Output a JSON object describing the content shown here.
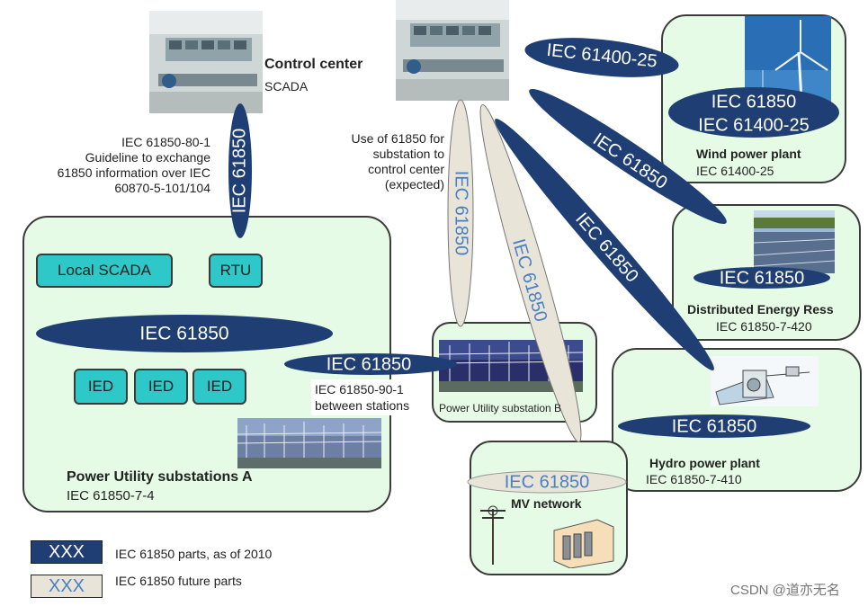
{
  "control_center": {
    "title": "Control center",
    "subtitle": "SCADA"
  },
  "link_80_1": {
    "lines": [
      "IEC 61850-80-1",
      "Guideline to exchange",
      "61850 information over IEC",
      "60870-5-101/104"
    ]
  },
  "future_note": {
    "lines": [
      "Use of 61850 for",
      "substation to",
      "control center",
      "(expected)"
    ]
  },
  "substation_a": {
    "local_scada": "Local SCADA",
    "rtu": "RTU",
    "ied_labels": [
      "IED",
      "IED",
      "IED"
    ],
    "title": "Power Utility substations A",
    "standard": "IEC 61850-7-4"
  },
  "between_stations": {
    "lines": [
      "IEC 61850-90-1",
      "between stations"
    ]
  },
  "substation_b": {
    "title": "Power Utility substation B"
  },
  "wind": {
    "title": "Wind power plant",
    "standard": "IEC 61400-25"
  },
  "der": {
    "title": "Distributed Energy Ress",
    "standard": "IEC 61850-7-420"
  },
  "hydro": {
    "title": "Hydro power plant",
    "standard": "IEC 61850-7-410"
  },
  "mv": {
    "title": "MV network"
  },
  "ovals": {
    "iec61850": "IEC 61850",
    "iec61400": "IEC 61400-25",
    "wind_line1": "IEC 61850",
    "wind_line2": "IEC 61400-25"
  },
  "legend": {
    "sample": "XXX",
    "current": "IEC 61850 parts, as of 2010",
    "future": "IEC 61850 future parts"
  },
  "watermark": "CSDN @道亦无名",
  "colors": {
    "standard_dark": "#1f3f74",
    "standard_future": "#e8e4d8",
    "panel": "#e6fbe6",
    "device": "#2ec8c8"
  }
}
